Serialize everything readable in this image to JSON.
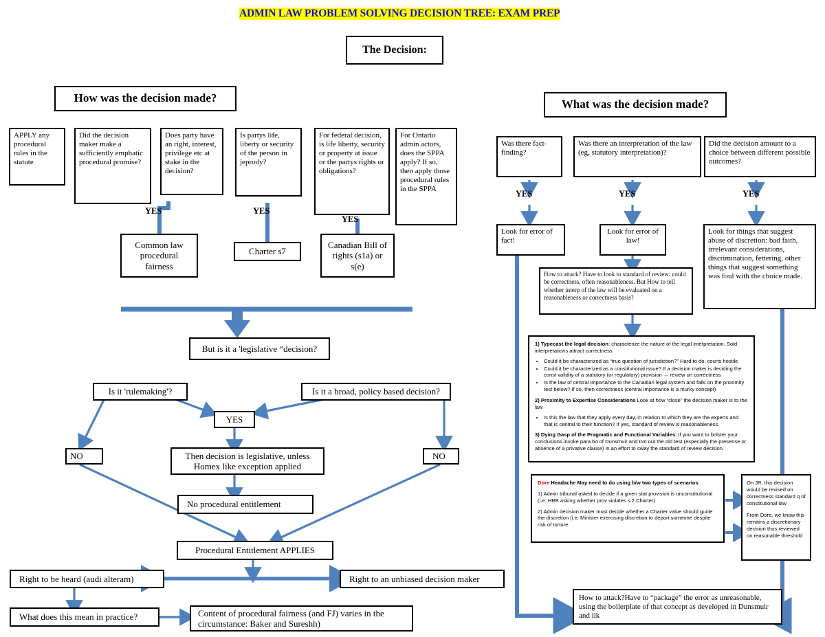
{
  "colors": {
    "accent": "#4F81BD",
    "title_text": "#1111CC",
    "title_highlight": "#FFFF00",
    "red": "#CC0000",
    "border": "#000000"
  },
  "title": "ADMIN LAW PROBLEM SOLVING DECISION TREE: EXAM PREP",
  "root": {
    "label": "The Decision:"
  },
  "left": {
    "header": "How was the decision made?",
    "boxes": {
      "apply_statute": "APPLY any procedural rules in the statute",
      "emphatic_promise": "Did the decision maker make a sufficiently emphatic procedural promise?",
      "right_interest": "Does party have an right, interest, privilege etc at stake in the decision?",
      "life_liberty": "Is partys life, liberty or security of the person in jeprody?",
      "federal_decision": "For federal decision, is life liberty, security or property at issue or the partys rights or obligations?",
      "ontario_sppa": "For Ontario admin actors, does the SPPA apply? If so, then apply those procedural rules in the SPPA",
      "common_law": "Common law procedural fairness",
      "charter_s7": "Charter s7",
      "bill_of_rights": "Canadian Bill of rights (s1a) or s(e)",
      "legislative_q": "But is it a 'legislative “decision?",
      "rulemaking": "Is it 'rulemaking'?",
      "policy_based": "Is it a broad, policy based decision?",
      "yes_node": "YES",
      "no_left": "NO",
      "no_right": "NO",
      "then_legislative": "Then decision is legislative, unless Homex like exception applied",
      "no_entitlement": "No procedural entitlement",
      "entitlement_applies": "Procedural Entitlement APPLIES",
      "audi_alteram": "Right to be heard (audi alteram)",
      "unbiased": "Right to an unbiased decision maker",
      "mean_in_practice": "What does this mean in practice?",
      "content_fairness": "Content of procedural fairness (and FJ) varies in the circumstance: Baker and Sureshh)"
    },
    "labels": {
      "yes1": "YES",
      "yes2": "YES",
      "yes3": "YES"
    }
  },
  "right": {
    "header": "What was the decision made?",
    "boxes": {
      "fact_finding": "Was there fact-finding?",
      "interpretation": "Was there an interpretation of the law (eg, statutory interpretation)?",
      "choice_outcomes": "Did the decision amount to a choice between different possible outcomes?",
      "error_of_fact": "Look for error of fact!",
      "error_of_law": "Look for error of law!",
      "abuse_discretion": "Look for things that suggest abuse of discretion: bad faith, irrelevant considerations, discrimination, fettering, other things that suggest something was foul with the choice made.",
      "how_to_attack_sor": "How to attack? Have to look to standard of review: could be correctness, often reasonableness. But How to tell whether interp of the law will be evaluated on a reasonableness or correctness basis?",
      "how_to_attack_unreasonable": "How to attack?Have to “package” the error as unreasonable, using the boilerplate of that concept as developed in Dunsmuir and ilk"
    },
    "labels": {
      "yes1": "YES",
      "yes2": "YES",
      "yes3": "YES"
    },
    "sor_notes": {
      "item1_head": "1) Typecast the legal decision",
      "item1_body": ": characterize the nature of the legal interpretation. Sold interpretations attract correctness",
      "item1_bullets": [
        "Could it be characterized as “true question of jurisdiction?” Hard to do, courts hostile",
        "Could it be characterized as a constitutional issue? If a decision maker is deciding the const validity of a statutory (or regulatory) provision → review on correctness",
        "Is the law of central importance to the Canadian legal system and falls on the proximity test below? If so, then correctness (central importance is a murky concept)"
      ],
      "item2_head": "2) Proximity to Expertise Considerations",
      "item2_body": "  Look at how “close” the decision maker is to the law",
      "item2_bullets": [
        "Is this the law that they apply every day, in relation to which they are the experts and that is central to their function? If yes, standard of review is reasonableness"
      ],
      "item3_head": "3) Dying Gasp of the Pragmatic and Functional Variables",
      "item3_body": ": If you want to bolster your conclusions invoke para 64 of Dunsmuir and trot out the old test (especially the presense or absence of a privative clause) in an effort to sway the standard of review decision."
    },
    "dore": {
      "head_red": "Dore",
      "head_rest": " Headache   May need to do using b/w two types of scenarios",
      "item1": "1) Admin tribunal asked to decide if a given stat provision is unconstitutional  (i.e. HRB asking whether prov violates s.2 Charter)",
      "item2": "2) Admin decision maker must decide whether a Charter value should guide the discretion (i.e. Minister exercising discretion to deport someone despite risk of torture."
    },
    "dore_side": {
      "note1": "On JR, this decision would be revised on correctness standard q of constitutional law",
      "note2": "From Dore, we know this remains a discretionary decision thus reviewed on reasonable threshold"
    }
  }
}
